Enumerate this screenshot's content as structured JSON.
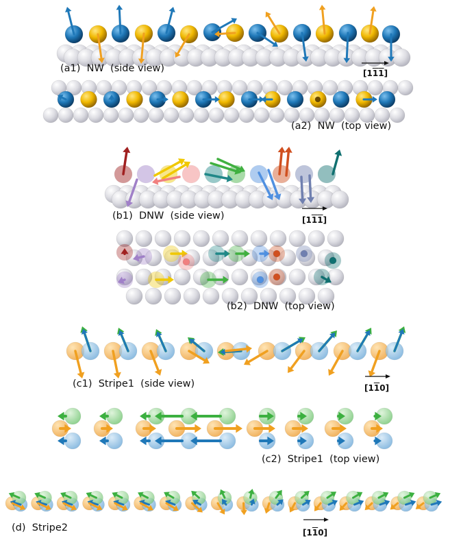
{
  "panels": {
    "a1": {
      "label": "(a1)  NW  (side view)",
      "direction": {
        "pre": "[1",
        "bar1": "1",
        "bar2": "1",
        "post": "]"
      }
    },
    "a2": {
      "label": "(a2)  NW  (top view)"
    },
    "b1": {
      "label": "(b1)  DNW  (side view)",
      "direction": {
        "pre": "[1",
        "bar1": "1",
        "bar2": "1",
        "post": "]"
      }
    },
    "b2": {
      "label": "(b2)  DNW  (top view)"
    },
    "c1": {
      "label": "(c1)  Stripe1  (side view)",
      "direction": {
        "pre": "[1",
        "bar1": "1",
        "bar2": "0",
        "post": "]"
      }
    },
    "c2": {
      "label": "(c2)  Stripe1  (top view)"
    },
    "d": {
      "label": "(d)  Stripe2",
      "direction": {
        "pre": "[1",
        "bar1": "1",
        "bar2": "0",
        "post": "]"
      }
    }
  },
  "colors": {
    "substrate": "#d4d4dc",
    "blue": "#1f78b8",
    "gold": "#f0b800",
    "orange": "#f0a020",
    "green": "#3cb040",
    "dnw_spins": [
      "#a02020",
      "#a080c8",
      "#f0c800",
      "#f08080",
      "#208888",
      "#40b040",
      "#5090e0",
      "#d05020",
      "#7080b0",
      "#107070"
    ]
  }
}
